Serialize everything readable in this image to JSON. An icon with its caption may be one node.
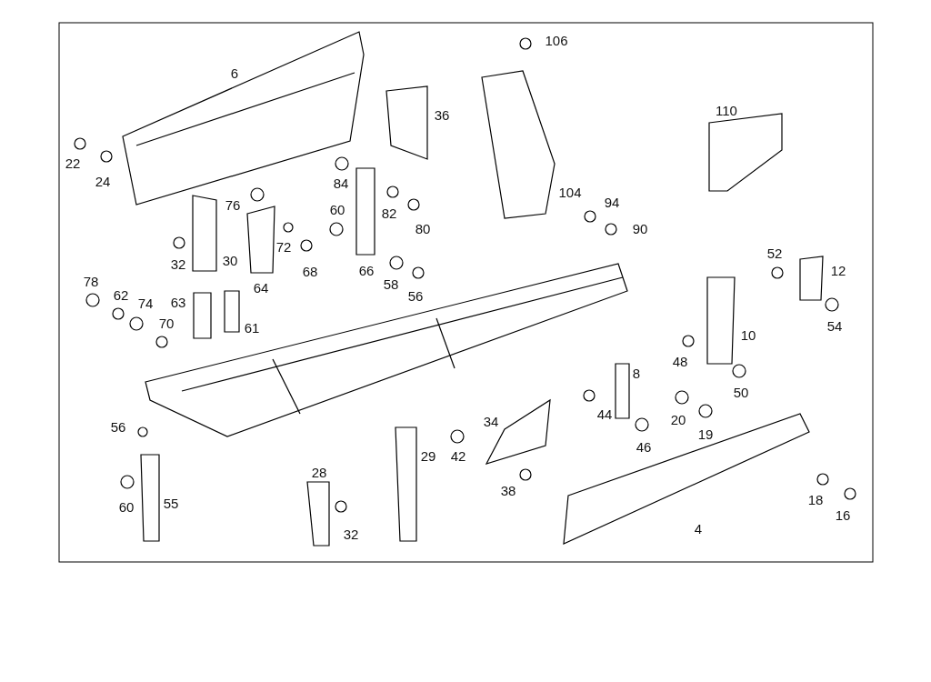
{
  "diagram": {
    "labels": [
      "106",
      "6",
      "110",
      "36",
      "22",
      "24",
      "84",
      "104",
      "94",
      "76",
      "60",
      "82",
      "80",
      "90",
      "72",
      "30",
      "32",
      "68",
      "52",
      "66",
      "12",
      "58",
      "64",
      "78",
      "62",
      "56",
      "74",
      "63",
      "70",
      "61",
      "54",
      "10",
      "48",
      "8",
      "50",
      "44",
      "20",
      "34",
      "56",
      "19",
      "46",
      "42",
      "29",
      "38",
      "28",
      "55",
      "18",
      "60",
      "16",
      "4",
      "32"
    ]
  }
}
